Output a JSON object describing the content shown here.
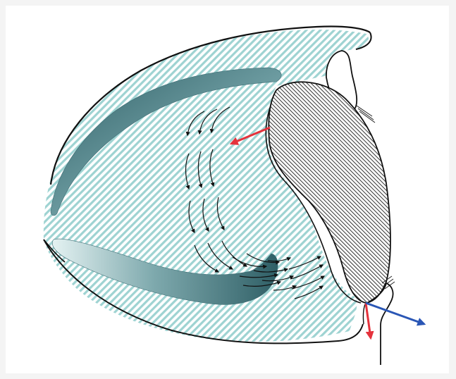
{
  "diagram": {
    "colors": {
      "background": "#f4f4f4",
      "panel": "#ffffff",
      "hatch_fill": "#9ed3d2",
      "outline": "#111111",
      "red_arrow": "#e5323c",
      "blue_arrow": "#2a56b5",
      "groove_dark": "#3d6e75",
      "groove_light": "#cfe6e6"
    },
    "parts": [
      {
        "name": "hatched-body",
        "pattern": "diagonal-teal"
      },
      {
        "name": "inner-lobe",
        "pattern": "dense-diagonal-black"
      },
      {
        "name": "upper-groove",
        "pattern": "gradient"
      },
      {
        "name": "lower-groove",
        "pattern": "gradient"
      }
    ],
    "flow_arrows": {
      "count": 24,
      "color": "black"
    },
    "force_arrows": [
      {
        "name": "red-arrow-inward",
        "color": "red"
      },
      {
        "name": "red-arrow-down",
        "color": "red"
      },
      {
        "name": "blue-arrow-right",
        "color": "blue"
      }
    ]
  }
}
